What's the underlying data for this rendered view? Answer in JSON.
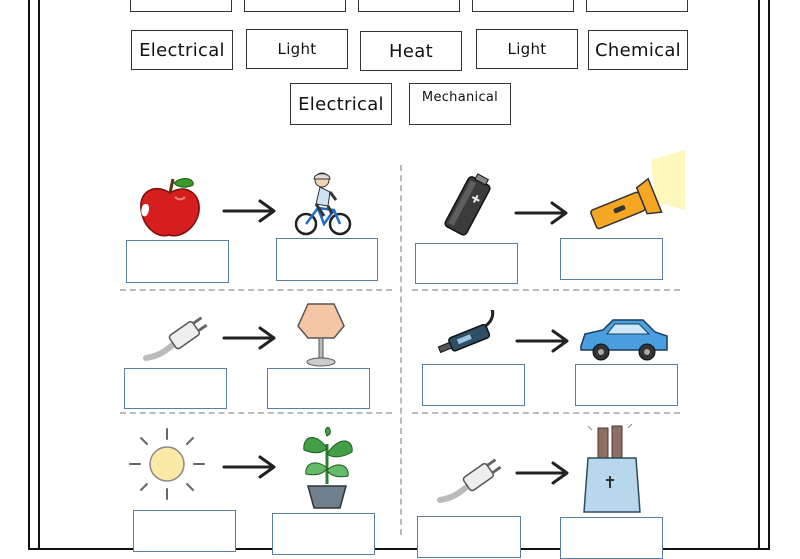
{
  "word_bank": {
    "row2": [
      "Electrical",
      "Light",
      "Heat",
      "Light",
      "Chemical"
    ],
    "row3": [
      "Electrical",
      "Mechanical"
    ]
  },
  "worksheet": {
    "pairs": [
      {
        "from_icon": "apple-icon",
        "to_icon": "cyclist-icon"
      },
      {
        "from_icon": "battery-icon",
        "to_icon": "flashlight-icon"
      },
      {
        "from_icon": "plug-icon",
        "to_icon": "lamp-icon"
      },
      {
        "from_icon": "fuel-nozzle-icon",
        "to_icon": "car-icon"
      },
      {
        "from_icon": "sun-icon",
        "to_icon": "plant-icon"
      },
      {
        "from_icon": "plug-icon",
        "to_icon": "toaster-icon"
      }
    ]
  },
  "colors": {
    "answer_border": "#5b7fa3",
    "apple": "#d71e1e",
    "flashlight": "#f5a623",
    "car": "#4a9fe0"
  }
}
